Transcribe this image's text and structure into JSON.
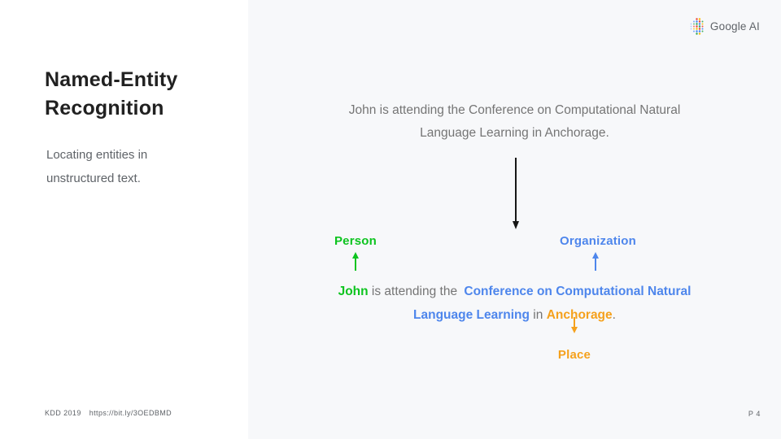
{
  "colors": {
    "person_green": "#0dc41f",
    "organization_blue": "#4e86ec",
    "place_orange": "#f5a11c",
    "title_dark": "#212121",
    "body_gray": "#757575",
    "muted_gray": "#5f6368",
    "main_background": "#f7f8fa"
  },
  "sidebar": {
    "title_lines": [
      "Named-Entity",
      "Recognition"
    ],
    "subtitle_lines": [
      "Locating entities in",
      "unstructured text."
    ],
    "footer": {
      "conference": "KDD 2019",
      "url": "https://bit.ly/3OEDBMD"
    }
  },
  "main": {
    "logo_text": "Google AI",
    "plain_sentence_lines": [
      "John is attending the Conference on Computational Natural",
      "Language Learning in Anchorage."
    ],
    "labels": {
      "person": "Person",
      "organization": "Organization",
      "place": "Place"
    },
    "annotated_sentence": {
      "person": "John",
      "between1": " is attending the ",
      "organization_part1": "Conference on Computational Natural",
      "organization_part2": "Language Learning",
      "between2": " in ",
      "place": "Anchorage",
      "period": "."
    },
    "page_number": "P 4"
  }
}
